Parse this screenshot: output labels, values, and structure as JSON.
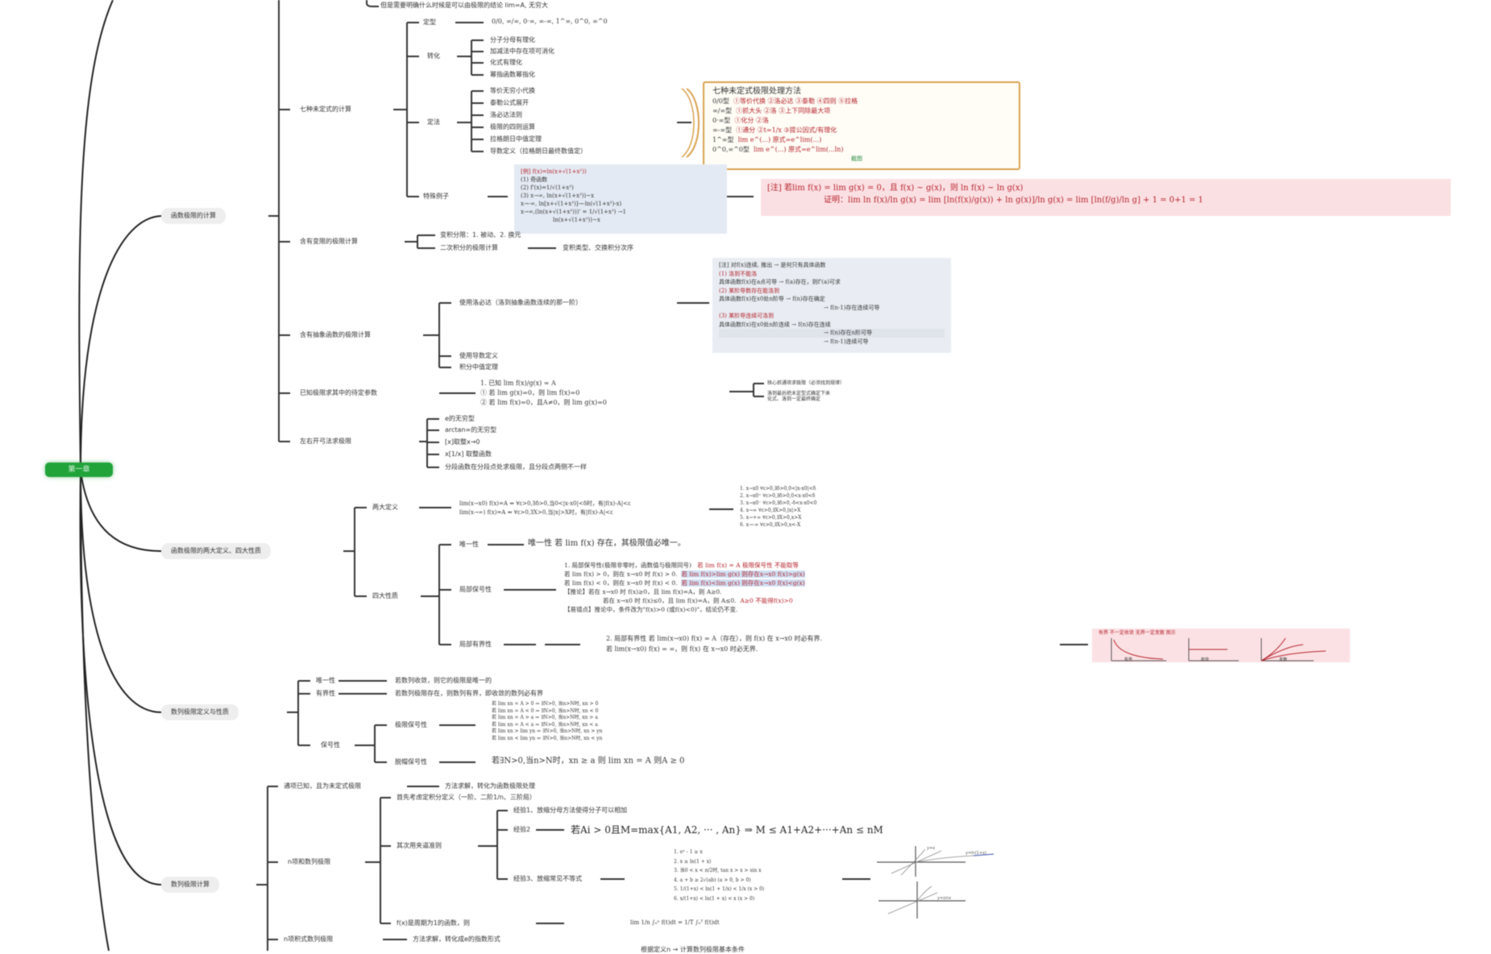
{
  "root": {
    "label": "第一章"
  },
  "colors": {
    "root": "#21a33a",
    "branch_bg": "#eeeeee",
    "note_red": "#b4232c",
    "note_orange_border": "#d9a14f",
    "note_pink_bg": "#fbe0e3",
    "note_blue_bg": "#e4eaf3"
  },
  "top_cut_item": "但是需要明确什么时候是可以由极限的结论 lim=A, 无穷大",
  "branch1": {
    "label": "函数极限的计算",
    "seven": {
      "label": "七种未定式的计算",
      "dingxing": {
        "label": "定型",
        "value": "0/0, ∞/∞, 0·∞, ∞-∞, 1^∞, 0^0, ∞^0"
      },
      "zhuanhua": {
        "label": "转化",
        "items": [
          "分子分母有理化",
          "加减法中存在项可消化",
          "化式有理化",
          "幂指函数幂指化"
        ]
      },
      "dingfa": {
        "label": "定法",
        "items": [
          "等价无穷小代换",
          "泰勒公式展开",
          "洛必达法则",
          "极限的四则运算",
          "拉格朗日中值定理",
          "导数定义（拉格朗日最终数值定）"
        ]
      },
      "special": {
        "label": "特殊例子"
      },
      "orange_note": {
        "title": "七种未定式极限处理方法",
        "rows": [
          {
            "k": "0/0型",
            "v": "①等价代换 ②洛必达 ③泰勒 ④四则 ⑤拉格"
          },
          {
            "k": "∞/∞型",
            "v": "①抓大头 ②洛 ③上下同除最大项"
          },
          {
            "k": "0·∞型",
            "v": "①化分 ②洛"
          },
          {
            "k": "∞-∞型",
            "v": "①通分 ②t=1/x ③提公因式/有理化"
          },
          {
            "k": "1^∞型",
            "v": "lim e^(...) 原式=e^lim(...)"
          },
          {
            "k": "0^0,∞^0型",
            "v": "lim e^(...) 原式=e^lim(...ln)"
          }
        ],
        "caption": "截图"
      },
      "blue_note": {
        "lines": [
          "[例] f(x)=ln(x+√(1+x²))",
          "(1) 奇函数",
          "(2) f'(x)=1/√(1+x²)",
          "(3) x→∞, ln(x+√(1+x²))~x",
          "x→-∞, ln[x+√(1+x²)]→-ln(√(1+x²)-x)",
          "x→∞,(ln(x+√(1+x²)))' = 1/√(1+x²) →1",
          "ln(x+√(1+x²))~x"
        ]
      },
      "pink_note": {
        "line1": "[注] 若lim f(x) = lim g(x) = 0，且 f(x) ~ g(x)，则 ln f(x) ~ ln g(x)",
        "line2": "证明：lim ln f(x)/ln g(x) = lim [ln(f(x)/g(x)) + ln g(x)]/ln g(x) = lim [ln(f/g)/ln g] + 1 = 0+1 = 1"
      }
    },
    "variable": {
      "label": "含有变限的极限计算",
      "items": [
        "变积分限：1. 被动、2. 换元",
        "二次积分的极限计算"
      ],
      "arrow_text": "变积类型、交换积分次序"
    },
    "abstract": {
      "label": "含有抽象函数的极限计算",
      "items": [
        "使用洛必达（洛到抽象函数连续的那一阶）",
        "使用导数定义",
        "积分中值定理"
      ],
      "note": [
        "[注] 对f(x)连续, 推出 → 是何只有具体函数",
        "(1) 洛到不能洛",
        "具体函数f(x)在a点可导 → f(a)存在，则f'(a)可求",
        "(2) 某阶导数存在能洛到",
        "具体函数f(x)在x0处n阶导 → f(n)存在确定",
        "→ f(n-1)存在连续可导",
        "(3) 某阶导连续可洛到",
        "具体函数f(x)在x0处n阶连续 → f(n)存在连续",
        "→ f(n)存在n阶可导",
        "→ f(n-1)连续可导"
      ]
    },
    "known": {
      "label": "已知极限求其中的待定参数",
      "lines": [
        "1. 已知 lim f(x)/g(x) = A",
        "① 若 lim g(x)=0，则 lim f(x)=0",
        "② 若 lim f(x)=0，且A≠0，则 lim g(x)=0"
      ],
      "sub": [
        "核心抓通项求极限（必须找到规律）",
        "洛到最后把未定型式确定下来",
        "化式、洛到一定最终确定"
      ]
    },
    "leftright": {
      "label": "左右开弓法求极限",
      "items": [
        "e的无穷型",
        "arctan∞的无穷型",
        "[x]取整x→0",
        "x[1/x] 取整函数",
        "分段函数在分段点处求极限，且分段点两侧不一样"
      ]
    }
  },
  "branch2": {
    "label": "函数极限的两大定义、四大性质",
    "def": {
      "label": "两大定义",
      "lines": [
        "lim(x→x0) f(x)=A ⇔ ∀ε>0,∃δ>0,当0<|x-x0|<δ时，有|f(x)-A|<ε",
        "lim(x→∞) f(x)=A ⇔ ∀ε>0,∃X>0,当|x|>X时，有|f(x)-A|<ε"
      ],
      "list": [
        "1. x→x0  ∀ε>0,∃δ>0,0<|x-x0|<δ",
        "2. x→x0⁺ ∀ε>0,∃δ>0,0<x-x0<δ",
        "3. x→x0⁻ ∀ε>0,∃δ>0,-δ<x-x0<0",
        "4. x→∞  ∀ε>0,∃X>0,|x|>X",
        "5. x→+∞ ∀ε>0,∃X>0,x>X",
        "6. x→-∞ ∀ε>0,∃X>0,x<-X"
      ]
    },
    "props": {
      "label": "四大性质",
      "unique": {
        "label": "唯一性",
        "text": "唯一性  若 lim f(x) 存在，其极限值必唯一。"
      },
      "sign": {
        "label": "局部保号性",
        "lines": [
          "1. 局部保号性(极限非零时，函数值与极限同号)",
          "若 lim f(x) > 0，则在 x→x0 时 f(x) > 0.",
          "若 lim f(x) < 0，则在 x→x0 时 f(x) < 0.",
          "【推论】若在 x→x0 时 f(x)≥0，且 lim f(x)=A，则 A≥0.",
          "若在 x→x0 时 f(x)≤0，且 lim f(x)=A，则 A≤0.",
          "【易错点】推论中，条件改为\"f(x)>0 (或f(x)<0)\"，结论仍不变."
        ],
        "red_top": "若 lim f(x) = A 极限保号性 不能取等",
        "blue_1": "若 lim f(x)>lim g(x) 则存在x→x0 f(x)>g(x)",
        "blue_2": "若 lim f(x)<lim g(x) 则存在x→x0 f(x)<g(x)",
        "red_side": "A≥0 不能得f(x)>0"
      },
      "bound": {
        "label": "局部有界性",
        "lines": [
          "2. 局部有界性 若 lim(x→x0) f(x) = A（存在），则 f(x) 在 x→x0 时必有界.",
          "若 lim(x→x0) f(x) = ∞，则 f(x) 在 x→x0 时必无界."
        ],
        "note_title": "有界 不一定收敛 无界一定发散 图示",
        "graph_labels": [
          "有界",
          "收敛",
          "发散"
        ]
      }
    }
  },
  "branch3": {
    "label": "数列极限定义与性质",
    "unique": {
      "label": "唯一性",
      "text": "若数列收敛，则它的极限是唯一的"
    },
    "bounded": {
      "label": "有界性",
      "text": "若数列极限存在，则数列有界，即收敛的数列必有界"
    },
    "sign": {
      "label": "保号性",
      "limit": {
        "label": "极限保号性",
        "lines": [
          "若 lim xn = A > 0 ⇒ ∃N>0, 当n>N时, xn > 0",
          "若 lim xn = A < 0 ⇒ ∃N>0, 当n>N时, xn < 0",
          "若 lim xn = A > a ⇒ ∃N>0, 当n>N时, xn > a",
          "若 lim xn = A < a ⇒ ∃N>0, 当n>N时, xn < a",
          "若 lim xn > lim yn ⇒ ∃N>0, 当n>N时, xn > yn",
          "若 lim xn < lim yn ⇒ ∃N>0, 当n>N时, xn < yn"
        ]
      },
      "number": {
        "label": "脱帽保号性",
        "text": "若∃N>0,当n>N时，xn ≥ a 则 lim xn = A 则A ≥ 0"
      }
    }
  },
  "branch4": {
    "label": "数列极限计算",
    "top": {
      "label": "通项已知，且为未定式极限",
      "text": "方法求解，转化为函数极限处理"
    },
    "nsum": {
      "label": "n项和数列极限",
      "first": "首先考虑定积分定义（一阶、二阶1/n、三阶局）",
      "squeeze": {
        "label": "其次用夹逼准则",
        "c1": "经验1、放缩分母方法使得分子可以相加",
        "c2_label": "经验2",
        "c2_text": "若Ai > 0且M=max{A1, A2, ··· , An} ⇒ M ≤ A1+A2+···+An ≤ nM",
        "c3_label": "经验3、放缩常见不等式",
        "ineq": [
          "1. eˣ - 1 ≥ x",
          "2. x ≥ ln(1 + x)",
          "3. 当0 < x < π/2时, tan x > x > sin x",
          "4. a + b ≥ 2√(ab) (a > 0, b > 0)",
          "5. 1/(1+x) < ln(1 + 1/x) < 1/x (x > 0)",
          "6. x/(1+x) < ln(1 + x) < x (x > 0)"
        ],
        "graph_labels": [
          "y=ln(1+x)",
          "y=x",
          "y=sinx"
        ]
      },
      "fx": {
        "label": "f(x)是周期为1的函数，则",
        "text": "lim 1/n ∫₀ⁿ f(t)dt = 1/T ∫₀ᵀ f(t)dt"
      }
    },
    "nprod": {
      "label": "n项积式数列极限",
      "text": "方法求解，转化成e的指数形式"
    },
    "bottom_cut": "根据定义n → 计算数列极限基本条件"
  }
}
